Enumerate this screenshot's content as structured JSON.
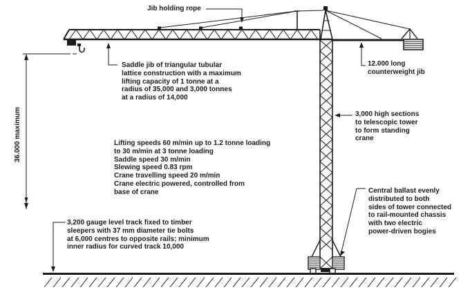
{
  "diagram": {
    "type": "annotated-technical-diagram",
    "subject": "rail-mounted saddle-jib tower crane",
    "colors": {
      "line": "#1b1b1b",
      "text": "#1b1b1b",
      "background": "#ffffff"
    },
    "labels": {
      "jib_holding_rope": "Jib holding rope",
      "saddle_jib": "Saddle jib of triangular tubular\nlattice construction with a maximum\nlifting capacity of 1 tonne at a\nradius of 35,000 and 3,000 tonnes\nat a radius of 14,000",
      "speeds": "Lifting speeds 60 m/min up to 1.2 tonne loading\nto 30 m/min at 3 tonne loading\nSaddle speed 30 m/min\nSlewing speed 0.83 rpm\nCrane travelling speed 20 m/min\nCrane electric powered, controlled from\nbase of crane",
      "counterweight_jib": "12.000 long\ncounterweight jib",
      "tower_sections": "3,000 high sections\nto telescopic tower\nto form standing\ncrane",
      "central_ballast": "Central ballast evenly\ndistributed to both\nsides of tower connected\nto rail-mounted chassis\nwith two electric\npower-driven bogies",
      "track": "3,200 gauge level track fixed to timber\nsleepers with 37 mm diameter tie bolts\nat 6,000 centres to opposite rails; minimum\ninner radius for curved track 10,000",
      "height_dimension": "36.000 maximum"
    }
  }
}
